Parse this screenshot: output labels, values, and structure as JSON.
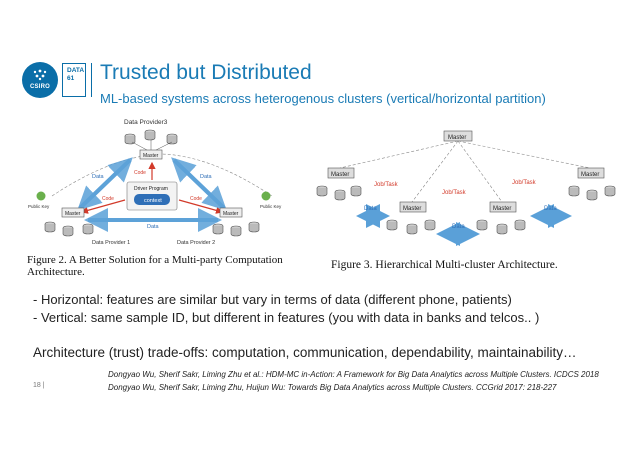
{
  "header": {
    "csiro_logo_text": "CSIRO",
    "data61_logo_line1": "DATA",
    "data61_logo_line2": "61",
    "title": "Trusted but Distributed",
    "subtitle": "ML-based systems across heterogenous clusters (vertical/horizontal partition)"
  },
  "figure2": {
    "data_provider3": "Data Provider3",
    "master": "Master",
    "driver_program": "Driver Program",
    "context": "context",
    "data": "Data",
    "code": "Code",
    "public_key": "Public Key",
    "data_provider1": "Data Provider 1",
    "data_provider2": "Data Provider 2",
    "caption": "Figure 2. A Better Solution for a Multi-party Computation Architecture."
  },
  "figure3": {
    "master": "Master",
    "job_task": "Job/Task",
    "data": "Data",
    "caption": "Figure 3. Hierarchical Multi-cluster Architecture."
  },
  "body": {
    "bullet_1": "- Horizontal: features are similar but vary in terms of data (different phone, patients)",
    "bullet_2": "- Vertical: same sample ID, but different in features (you with data in banks and telcos.. )",
    "architecture": "Architecture (trust) trade-offs: computation, communication, dependability, maintainability…"
  },
  "footer": {
    "page_number": "18  |",
    "ref_1": "Dongyao Wu, Sherif Sakr, Liming Zhu et al.: HDM-MC in-Action: A Framework for Big Data Analytics across Multiple Clusters. ICDCS 2018",
    "ref_2": "Dongyao Wu, Sherif Sakr, Liming Zhu, Huijun Wu: Towards Big Data Analytics across Multiple Clusters. CCGrid 2017: 218-227"
  },
  "colors": {
    "brand_blue": "#1a7bb5",
    "arrow_blue": "#5aa0d8",
    "code_red": "#d23a2a",
    "key_green": "#6ab04c"
  }
}
